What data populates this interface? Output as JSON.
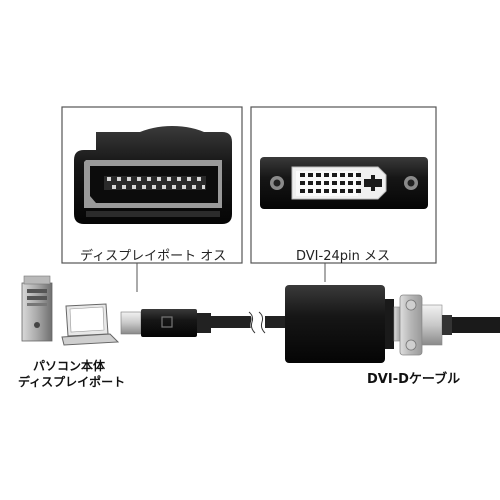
{
  "labels": {
    "dp_male": "ディスプレイポート オス",
    "dvi_female": "DVI-24pin メス",
    "pc_line1": "パソコン本体",
    "pc_line2": "ディスプレイポート",
    "dvi_cable": "DVI-Dケーブル"
  },
  "icons": {
    "dp_connector": "displayport-connector-icon",
    "dvi_connector": "dvi-connector-icon",
    "desktop": "desktop-pc-icon",
    "laptop": "laptop-icon",
    "adapter": "adapter-icon",
    "dvi_plug": "dvi-plug-icon"
  },
  "colors": {
    "panel_border": "#555555",
    "connector_black": "#1a1a1a",
    "cable": "#222222"
  }
}
